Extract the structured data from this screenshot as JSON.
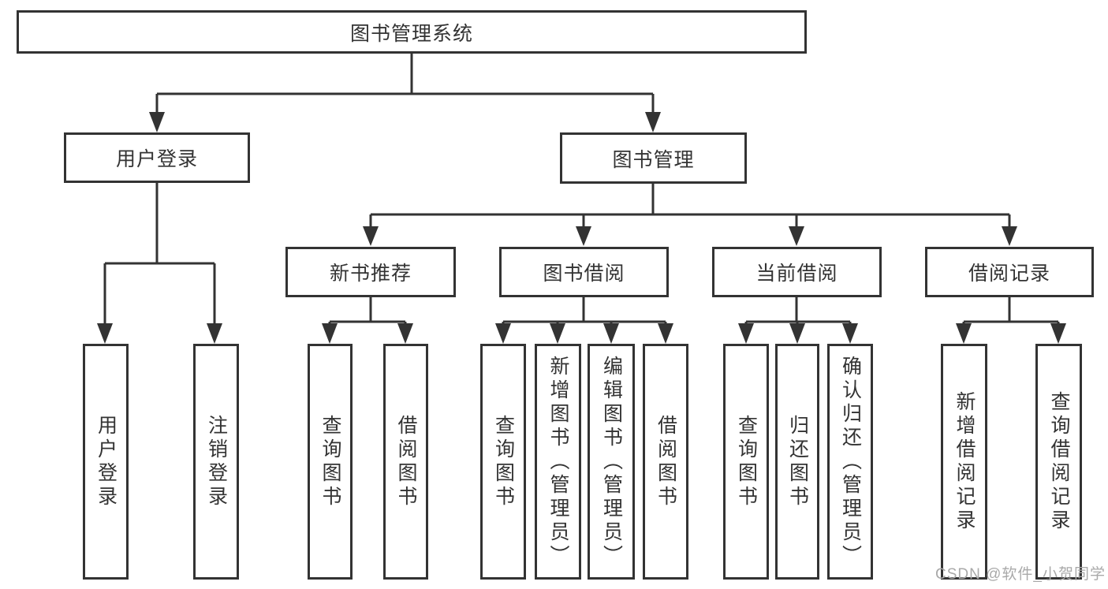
{
  "page": {
    "background": "#ffffff",
    "line_color": "#333333",
    "text_color": "#333333"
  },
  "watermark": {
    "text": "CSDN @软件_小贺同学",
    "color": "#a9a9a9"
  },
  "tree": {
    "root": {
      "label": "图书管理系统"
    },
    "branches": [
      {
        "label": "用户登录",
        "children": [
          {
            "label": "用户登录"
          },
          {
            "label": "注销登录"
          }
        ]
      },
      {
        "label": "图书管理",
        "children": [
          {
            "label": "新书推荐",
            "children": [
              {
                "label": "查询图书"
              },
              {
                "label": "借阅图书"
              }
            ]
          },
          {
            "label": "图书借阅",
            "children": [
              {
                "label": "查询图书"
              },
              {
                "label": "新增图书（管理员）"
              },
              {
                "label": "编辑图书（管理员）"
              },
              {
                "label": "借阅图书"
              }
            ]
          },
          {
            "label": "当前借阅",
            "children": [
              {
                "label": "查询图书"
              },
              {
                "label": "归还图书"
              },
              {
                "label": "确认归还（管理员）"
              }
            ]
          },
          {
            "label": "借阅记录",
            "children": [
              {
                "label": "新增借阅记录"
              },
              {
                "label": "查询借阅记录"
              }
            ]
          }
        ]
      }
    ]
  }
}
